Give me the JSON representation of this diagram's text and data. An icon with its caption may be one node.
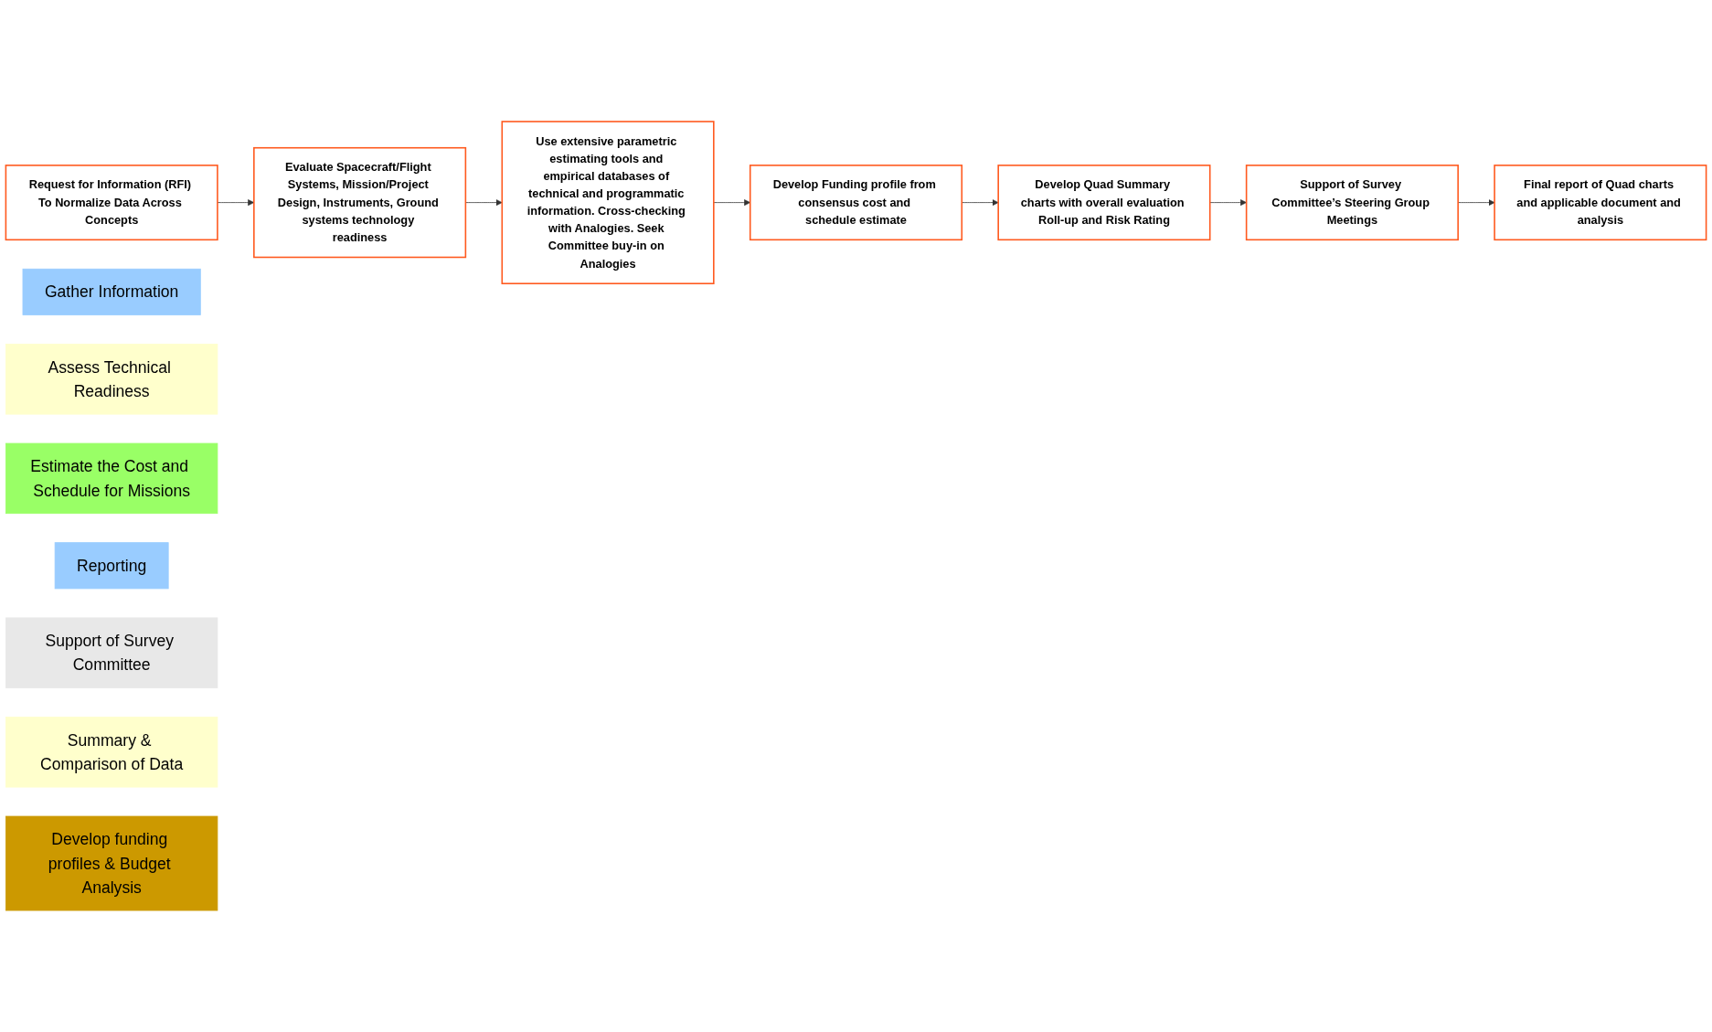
{
  "diagram": {
    "nodes": [
      {
        "text": [
          "Request for Information (RFI) To Normalize Data Across Concepts"
        ]
      },
      {
        "text": [
          "Evaluate Spacecraft/Flight Systems, Mission/Project Design, Instruments, Ground systems technology readiness"
        ]
      },
      {
        "text": [
          "Use extensive parametric estimating tools and empirical databases of technical and programmatic information. Cross-checking with Analogies. Seek Committee buy-in on Analogies"
        ]
      },
      {
        "text": [
          "Gather Information"
        ]
      },
      {
        "text": [
          "Assess Technical Readiness"
        ]
      },
      {
        "text": [
          "Estimate the Cost and Schedule for Missions"
        ]
      },
      {
        "text": [
          "Final report of Quad charts and applicable document and analysis"
        ]
      },
      {
        "text": [
          "Support of Survey Committee’s Steering Group Meetings"
        ]
      },
      {
        "text": [
          "Develop Quad Summary charts with overall evaluation Roll-up and Risk Rating"
        ]
      },
      {
        "text": [
          "Develop Funding profile from consensus cost and schedule estimate"
        ]
      },
      {
        "text": [
          "Reporting"
        ]
      },
      {
        "text": [
          "Support of Survey Committee"
        ]
      },
      {
        "text": [
          "Summary & Comparison of Data"
        ]
      },
      {
        "text": [
          "Develop funding profiles & Budget Analysis"
        ]
      }
    ],
    "edges": [
      {
        "from": 0,
        "to": 1,
        "arrow": "to"
      },
      {
        "from": 1,
        "to": 2,
        "arrow": "to"
      },
      {
        "from": 2,
        "to": 9,
        "arrow": "to"
      },
      {
        "from": 9,
        "to": 8,
        "arrow": "to"
      },
      {
        "from": 8,
        "to": 7,
        "arrow": "to"
      },
      {
        "from": 7,
        "to": 6,
        "arrow": "to"
      }
    ]
  }
}
